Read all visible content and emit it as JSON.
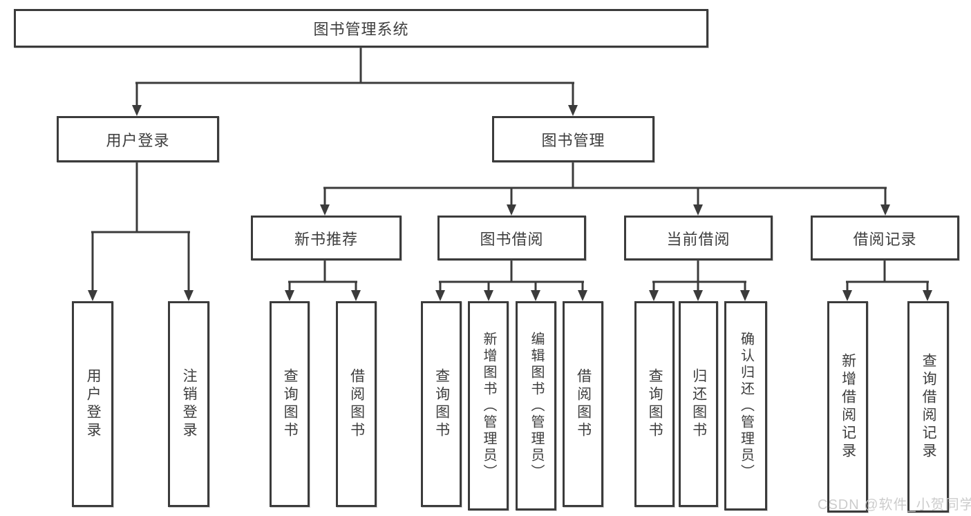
{
  "diagram": {
    "type": "hierarchy-tree",
    "title": "图书管理系统"
  },
  "nodes": [
    {
      "id": "root",
      "label": "图书管理系统",
      "level": 1,
      "parent": null
    },
    {
      "id": "user-login",
      "label": "用户登录",
      "level": 2,
      "parent": "root"
    },
    {
      "id": "book-management",
      "label": "图书管理",
      "level": 2,
      "parent": "root"
    },
    {
      "id": "new-book-recommend",
      "label": "新书推荐",
      "level": 3,
      "parent": "book-management"
    },
    {
      "id": "book-borrow",
      "label": "图书借阅",
      "level": 3,
      "parent": "book-management"
    },
    {
      "id": "current-borrow",
      "label": "当前借阅",
      "level": 3,
      "parent": "book-management"
    },
    {
      "id": "borrow-records",
      "label": "借阅记录",
      "level": 3,
      "parent": "book-management"
    },
    {
      "id": "user-login-leaf",
      "label": "用户登录",
      "level": 4,
      "parent": "user-login"
    },
    {
      "id": "logout",
      "label": "注销登录",
      "level": 4,
      "parent": "user-login"
    },
    {
      "id": "query-books-1",
      "label": "查询图书",
      "level": 4,
      "parent": "new-book-recommend"
    },
    {
      "id": "borrow-books-1",
      "label": "借阅图书",
      "level": 4,
      "parent": "new-book-recommend"
    },
    {
      "id": "query-books-2",
      "label": "查询图书",
      "level": 4,
      "parent": "book-borrow"
    },
    {
      "id": "add-books-admin",
      "label": "新增图书（管理员）",
      "level": 4,
      "parent": "book-borrow"
    },
    {
      "id": "edit-books-admin",
      "label": "编辑图书（管理员）",
      "level": 4,
      "parent": "book-borrow"
    },
    {
      "id": "borrow-books-2",
      "label": "借阅图书",
      "level": 4,
      "parent": "book-borrow"
    },
    {
      "id": "query-books-3",
      "label": "查询图书",
      "level": 4,
      "parent": "current-borrow"
    },
    {
      "id": "return-books",
      "label": "归还图书",
      "level": 4,
      "parent": "current-borrow"
    },
    {
      "id": "confirm-return-admin",
      "label": "确认归还（管理员）",
      "level": 4,
      "parent": "current-borrow"
    },
    {
      "id": "add-borrow-record",
      "label": "新增借阅记录",
      "level": 4,
      "parent": "borrow-records"
    },
    {
      "id": "query-borrow-record",
      "label": "查询借阅记录",
      "level": 4,
      "parent": "borrow-records"
    }
  ],
  "watermark": {
    "text": "CSDN @软件_小贺同学"
  },
  "colors": {
    "line": "#3b3b3b",
    "text": "#3d3d3d",
    "watermark": "#c8c8c8",
    "background": "#ffffff"
  }
}
